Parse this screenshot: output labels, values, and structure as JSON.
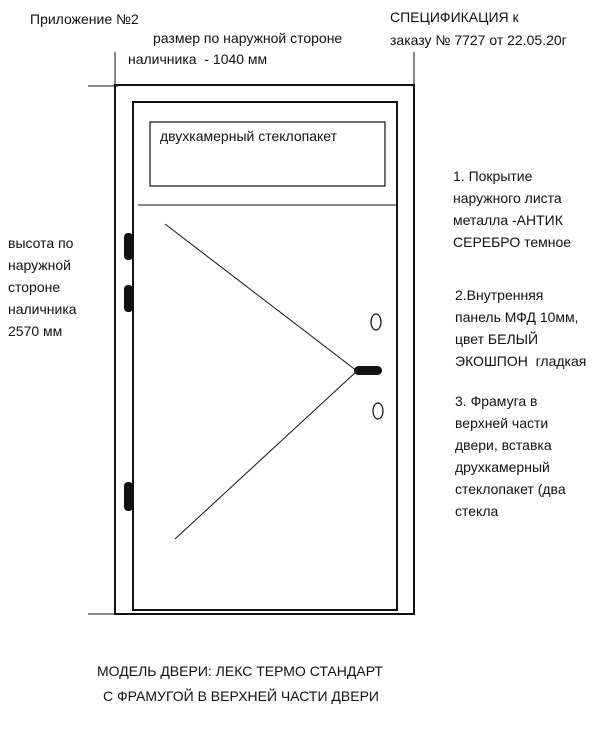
{
  "header": {
    "appendix": "Приложение №2",
    "spec_line1": "СПЕЦИФИКАЦИЯ к",
    "spec_line2": "заказу № 7727 от 22.05.20г"
  },
  "width_dimension": {
    "line1": "размер по наружной стороне",
    "line2": "наличника  - 1040 мм"
  },
  "height_dimension": {
    "lines": [
      "высота по",
      "наружной",
      "стороне",
      "наличника",
      "2570 мм"
    ]
  },
  "transom_label": "двухкамерный стеклопакет",
  "notes": [
    {
      "lines": [
        "1. Покрытие",
        "наружного листа",
        "металла -АНТИК",
        "СЕРЕБРО темное"
      ]
    },
    {
      "lines": [
        "2.Внутренняя",
        "панель МФД 10мм,",
        "цвет БЕЛЫЙ",
        "ЭКОШПОН  гладкая"
      ]
    },
    {
      "lines": [
        "3. Фрамуга в",
        "верхней части",
        "двери, вставка",
        "друхкамерный",
        "стеклопакет (два",
        "стекла"
      ]
    }
  ],
  "footer": {
    "line1": "МОДЕЛЬ ДВЕРИ: ЛЕКС ТЕРМО СТАНДАРТ",
    "line2": "С ФРАМУГОЙ В ВЕРХНЕЙ ЧАСТИ ДВЕРИ"
  }
}
